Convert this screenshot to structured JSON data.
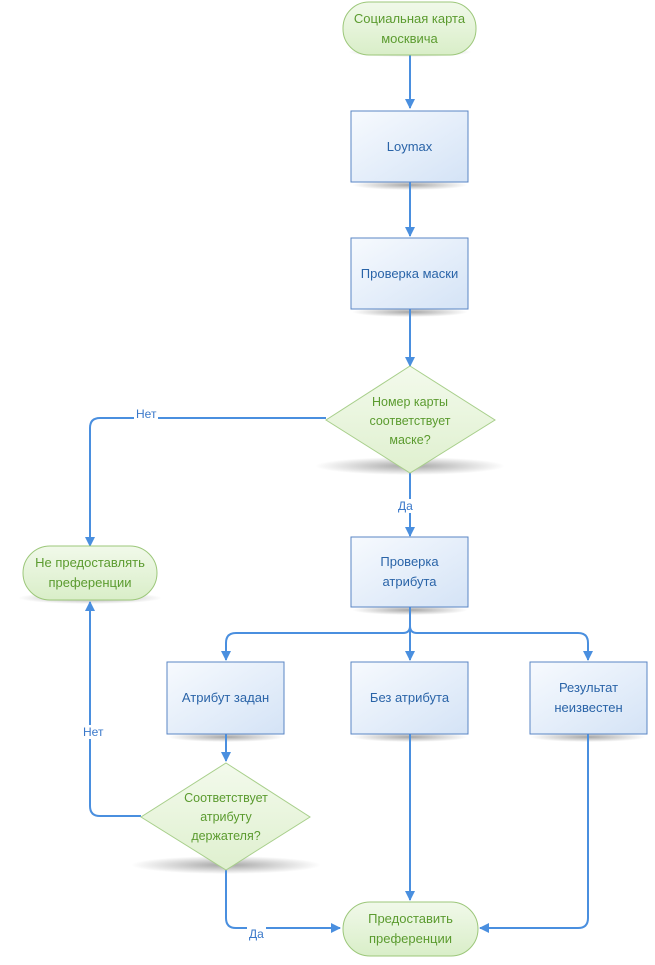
{
  "nodes": {
    "start": "Социальная карта\nмосквича",
    "loymax": "Loymax",
    "mask_check": "Проверка маски",
    "card_matches_mask": "Номер карты\nсоответствует\nмаске?",
    "attr_check": "Проверка\nатрибута",
    "no_prefs": "Не предоставлять\nпреференции",
    "attr_set": "Атрибут задан",
    "no_attr": "Без атрибута",
    "result_unknown": "Результат\nнеизвестен",
    "holder_match": "Соответствует\nатрибуту\nдержателя?",
    "give_prefs": "Предоставить\nпреференции"
  },
  "edge_labels": {
    "mask_no": "Нет",
    "mask_yes": "Да",
    "holder_no": "Нет",
    "holder_yes": "Да"
  },
  "colors": {
    "edge": "#4a8fdf",
    "terminal_fill": "#e6f4d9",
    "terminal_stroke": "#9cc77a",
    "process_fill": "#e3edf9",
    "process_stroke": "#5a86c4",
    "decision_fill": "#e8f5dc",
    "decision_stroke": "#a8cf8b"
  }
}
